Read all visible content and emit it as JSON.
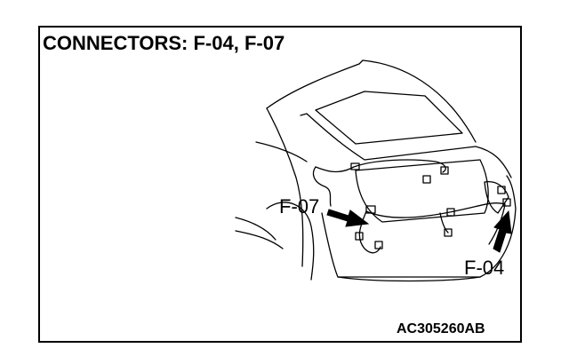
{
  "title": "CONNECTORS: F-04, F-07",
  "callouts": {
    "f07": "F-07",
    "f04": "F-04"
  },
  "figure_code": "AC305260AB",
  "colors": {
    "line": "#000000",
    "background": "#ffffff"
  }
}
